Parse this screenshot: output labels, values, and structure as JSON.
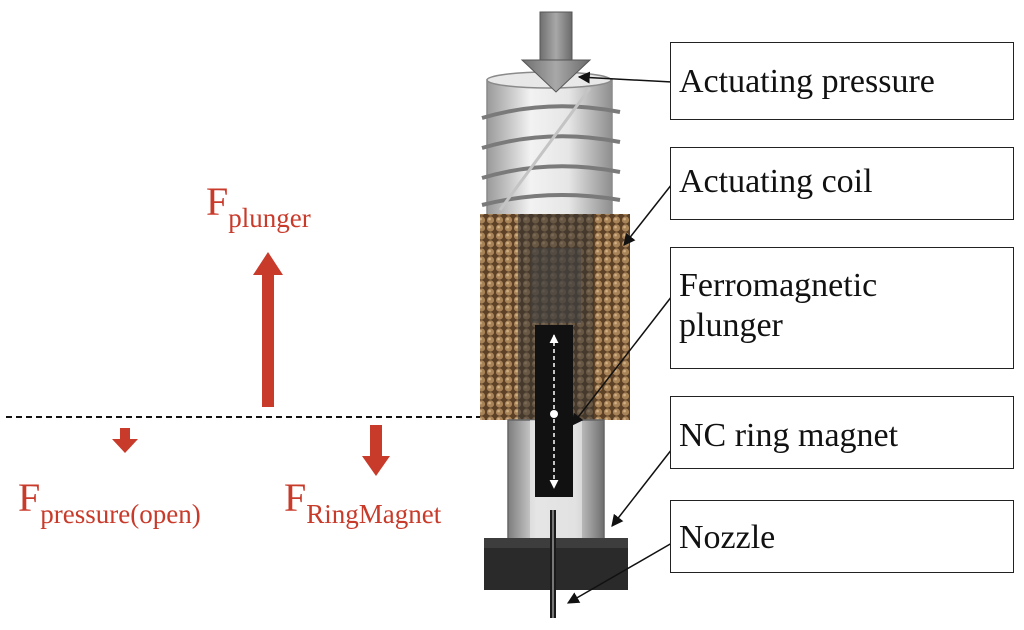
{
  "forces": {
    "plunger": {
      "main": "F",
      "sub": "plunger"
    },
    "pressure": {
      "main": "F",
      "sub": "pressure(open)"
    },
    "ring_magnet": {
      "main": "F",
      "sub": "RingMagnet"
    }
  },
  "labels": {
    "actuating_pressure": "Actuating pressure",
    "actuating_coil": "Actuating coil",
    "plunger_line1": "Ferromagnetic",
    "plunger_line2": "plunger",
    "ring_magnet": "NC ring magnet",
    "nozzle": "Nozzle"
  },
  "colors": {
    "force": "#c83a2a",
    "coil": "#8a6a45",
    "plunger": "#111111",
    "housing": "#d8d8d8",
    "nozzle_base": "#2a2a2a"
  }
}
